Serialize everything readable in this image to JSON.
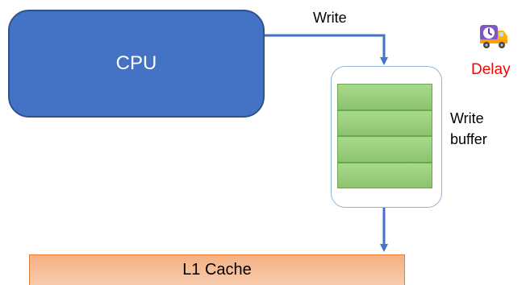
{
  "cpu": {
    "label": "CPU"
  },
  "write_arrow": {
    "label": "Write"
  },
  "write_buffer": {
    "label_line1": "Write",
    "label_line2": "buffer",
    "slot_count": 4
  },
  "l1_cache": {
    "label": "L1 Cache"
  },
  "delay": {
    "label": "Delay",
    "icon": "delivery-truck-clock-icon"
  },
  "colors": {
    "cpu_fill": "#4472c4",
    "buffer_slot_fill": "#8cc46e",
    "cache_fill": "#f4b183",
    "arrow": "#4472c4",
    "delay_text": "#ff0000"
  }
}
